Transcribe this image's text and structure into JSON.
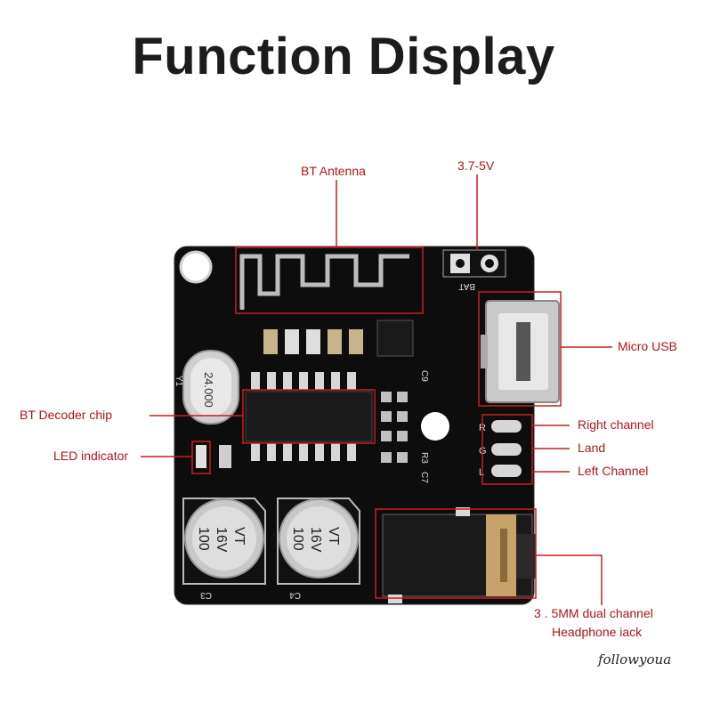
{
  "title": "Function Display",
  "labels": {
    "bt_antenna": "BT Antenna",
    "voltage": "3.7-5V",
    "micro_usb": "Micro USB",
    "bt_decoder_chip": "BT Decoder chip",
    "right_channel": "Right channel",
    "land": "Land",
    "led_indicator": "LED indicator",
    "left_channel": "Left Channel",
    "headphone_line1": "3 . 5MM dual channel",
    "headphone_line2": "Headphone iack"
  },
  "board_text": {
    "crystal": "24.000",
    "cap_left_1": "100",
    "cap_left_2": "16V",
    "cap_left_3": "VT",
    "cap_right_1": "100",
    "cap_right_2": "16V",
    "cap_right_3": "VT",
    "c3": "C3",
    "c4": "C4",
    "bat": "BAT",
    "y1": "Y1",
    "r": "R",
    "g": "G",
    "l": "L",
    "r3": "R3",
    "c7": "C7",
    "c9": "C9"
  },
  "watermark": "followyoua",
  "colors": {
    "annotation": "#c81e1e",
    "board": "#0d0d0d",
    "title": "#1c1c1c"
  }
}
